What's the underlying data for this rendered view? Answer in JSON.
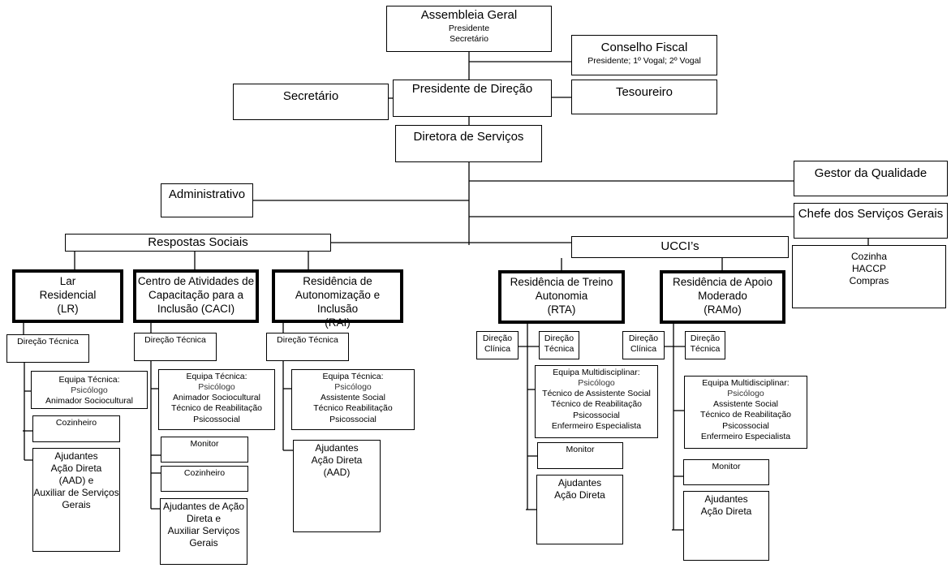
{
  "nodes": {
    "assembleia": {
      "title": "Assembleia Geral",
      "lines": [
        "Presidente",
        "Secretário"
      ]
    },
    "conselho": {
      "title": "Conselho Fiscal",
      "lines": [
        "Presidente; 1º Vogal; 2º Vogal"
      ]
    },
    "presidente": {
      "title": "Presidente de Direção"
    },
    "secretario": {
      "title": "Secretário"
    },
    "tesoureiro": {
      "title": "Tesoureiro"
    },
    "diretora": {
      "title": "Diretora de Serviços"
    },
    "gestor": {
      "title": "Gestor da Qualidade"
    },
    "administrativo": {
      "title": "Administrativo"
    },
    "chefe": {
      "title": "Chefe dos Serviços Gerais"
    },
    "respostas": {
      "title": "Respostas Sociais"
    },
    "ucci": {
      "title": "UCCI’s"
    },
    "cozinha": {
      "lines": [
        "Cozinha",
        "HACCP",
        "Compras"
      ]
    },
    "lr": {
      "lines": [
        "Lar",
        "Residencial",
        "(LR)"
      ]
    },
    "caci": {
      "lines": [
        "Centro de Atividades de",
        "Capacitação para a",
        "Inclusão (CACI)"
      ]
    },
    "rai": {
      "lines": [
        "Residência de",
        "Autonomização e Inclusão",
        "(RAI)"
      ]
    },
    "rta": {
      "lines": [
        "Residência de Treino",
        "Autonomia",
        "(RTA)"
      ]
    },
    "ramo": {
      "lines": [
        "Residência de Apoio",
        "Moderado",
        "(RAMo)"
      ]
    },
    "lr_dt": {
      "title": "Direção Técnica"
    },
    "lr_equipa": {
      "title": "Equipa Técnica:",
      "lines": [
        "Psicólogo",
        "Animador Sociocultural"
      ]
    },
    "lr_cozinheiro": {
      "title": "Cozinheiro"
    },
    "lr_ajudantes": {
      "lines": [
        "Ajudantes",
        "Ação Direta",
        "(AAD) e",
        "Auxiliar de Serviços",
        "Gerais"
      ]
    },
    "caci_dt": {
      "title": "Direção Técnica"
    },
    "caci_equipa": {
      "title": "Equipa Técnica:",
      "lines": [
        "Psicólogo",
        "Animador Sociocultural",
        "Técnico de Reabilitação",
        "Psicossocial"
      ]
    },
    "caci_monitor": {
      "title": "Monitor"
    },
    "caci_cozinheiro": {
      "title": "Cozinheiro"
    },
    "caci_ajudantes": {
      "lines": [
        "Ajudantes de Ação",
        "Direta e",
        "Auxiliar Serviços",
        "Gerais"
      ]
    },
    "rai_dt": {
      "title": "Direção Técnica"
    },
    "rai_equipa": {
      "title": "Equipa Técnica:",
      "lines": [
        "Psicólogo",
        "Assistente Social",
        "Técnico Reabilitação Psicossocial"
      ]
    },
    "rai_ajudantes": {
      "lines": [
        "Ajudantes",
        "Ação Direta",
        "(AAD)"
      ]
    },
    "rta_dc": {
      "lines": [
        "Direção",
        "Clínica"
      ]
    },
    "rta_dt": {
      "lines": [
        "Direção",
        "Técnica"
      ]
    },
    "rta_equipa": {
      "title": "Equipa Multidisciplinar:",
      "lines": [
        "Psicólogo",
        "Técnico de Assistente Social",
        "Técnico de Reabilitação",
        "Psicossocial",
        "Enfermeiro Especialista"
      ]
    },
    "rta_monitor": {
      "title": "Monitor"
    },
    "rta_ajudantes": {
      "lines": [
        "Ajudantes",
        "Ação Direta"
      ]
    },
    "ramo_dc": {
      "lines": [
        "Direção",
        "Clínica"
      ]
    },
    "ramo_dt": {
      "lines": [
        "Direção",
        "Técnica"
      ]
    },
    "ramo_equipa": {
      "title": "Equipa Multidisciplinar:",
      "lines": [
        "Psicólogo",
        "Assistente Social",
        "Técnico de Reabilitação",
        "Psicossocial",
        "Enfermeiro Especialista"
      ]
    },
    "ramo_monitor": {
      "title": "Monitor"
    },
    "ramo_ajudantes": {
      "lines": [
        "Ajudantes",
        "Ação Direta"
      ]
    }
  }
}
